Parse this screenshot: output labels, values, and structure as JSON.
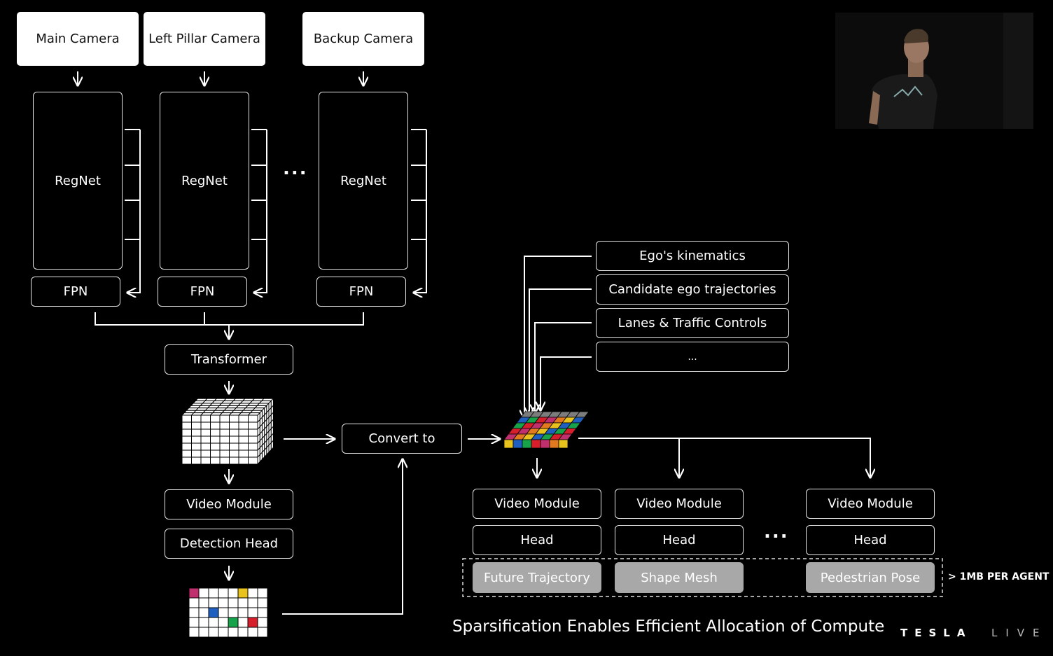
{
  "cameras": [
    "Main Camera",
    "Left Pillar Camera",
    "Backup Camera"
  ],
  "backbone_label": "RegNet",
  "fpn_label": "FPN",
  "ellipsis_mid": "...",
  "transformer_label": "Transformer",
  "convert_label": "Convert to",
  "video_module_label": "Video Module",
  "detection_head_label": "Detection Head",
  "inputs": [
    "Ego's kinematics",
    "Candidate ego trajectories",
    "Lanes & Traffic Controls",
    "..."
  ],
  "heads": [
    {
      "module": "Video Module",
      "head": "Head",
      "output": "Future Trajectory"
    },
    {
      "module": "Video Module",
      "head": "Head",
      "output": "Shape Mesh"
    },
    {
      "module": "Video Module",
      "head": "Head",
      "output": "Pedestrian Pose"
    }
  ],
  "ellipsis_heads": "...",
  "note": "> 1MB PER AGENT",
  "caption": "Sparsification Enables Efficient Allocation of Compute",
  "brand": {
    "name": "TESLA",
    "live": "LIVE"
  },
  "colors": {
    "cube_colors": [
      "#e8c21d",
      "#1f5fbf",
      "#17a34a",
      "#d61f2a",
      "#c0306e",
      "#e37a1f",
      "#7c7c7c"
    ]
  }
}
